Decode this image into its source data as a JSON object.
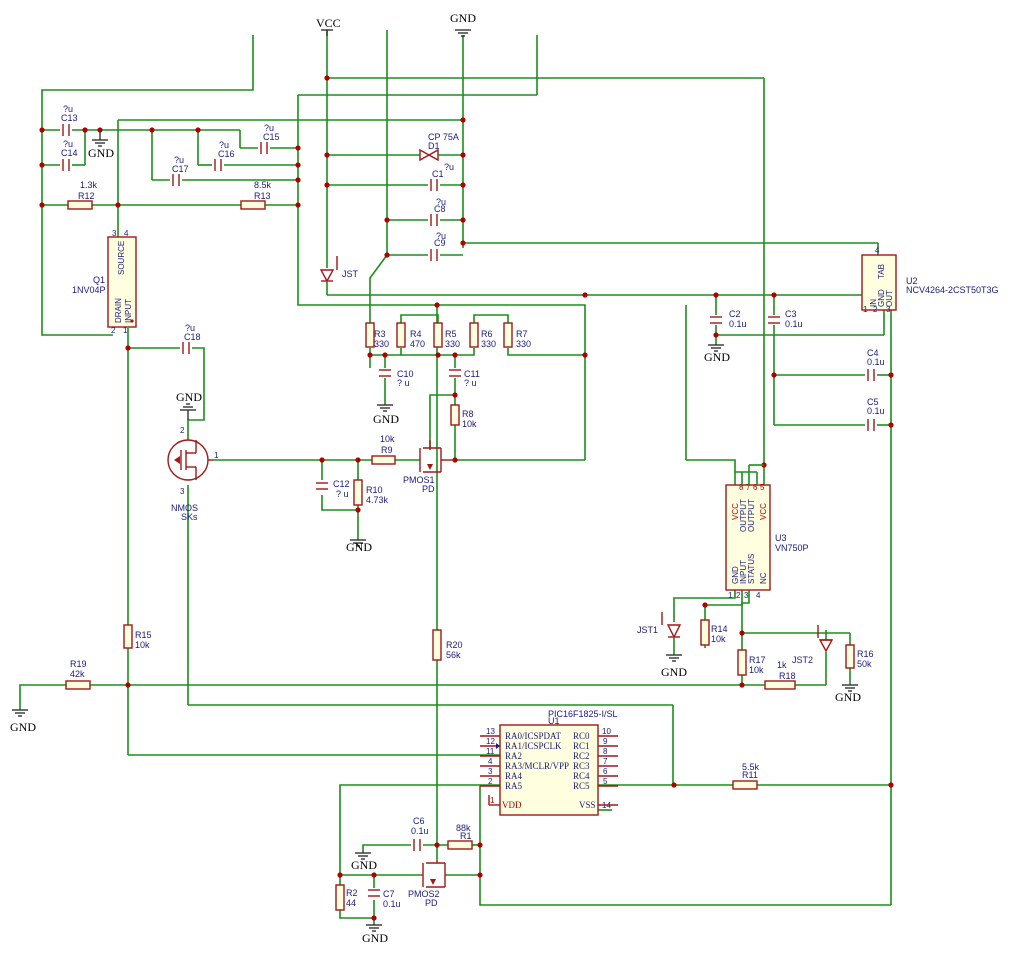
{
  "power": {
    "vcc": "VCC",
    "gnd": "GND"
  },
  "parts": {
    "c13": {
      "ref": "C13",
      "val": "?u"
    },
    "c14": {
      "ref": "C14",
      "val": "?u"
    },
    "c15": {
      "ref": "C15",
      "val": "?u"
    },
    "c16": {
      "ref": "C16",
      "val": "?u"
    },
    "c17": {
      "ref": "C17",
      "val": "?u"
    },
    "c18": {
      "ref": "C18",
      "val": "?u"
    },
    "r12": {
      "ref": "R12",
      "val": "1.3k"
    },
    "r13": {
      "ref": "R13",
      "val": "8.5k"
    },
    "q1": {
      "ref": "Q1",
      "val": "1NV04P",
      "pins": [
        "SOURCE",
        "DRAIN",
        "INPUT"
      ],
      "nums": [
        "3",
        "4",
        "2",
        "1"
      ]
    },
    "d1": {
      "ref": "D1",
      "val": "CP 75A"
    },
    "c1": {
      "ref": "C1",
      "val": "?u"
    },
    "c8": {
      "ref": "C8",
      "val": "?u"
    },
    "c9": {
      "ref": "C9",
      "val": "?u"
    },
    "jst": {
      "ref": "JST"
    },
    "r3": {
      "ref": "R3",
      "val": "330"
    },
    "r4": {
      "ref": "R4",
      "val": "470"
    },
    "r5": {
      "ref": "R5",
      "val": "330"
    },
    "r6": {
      "ref": "R6",
      "val": "330"
    },
    "r7": {
      "ref": "R7",
      "val": "330"
    },
    "c10": {
      "ref": "C10",
      "val": "? u"
    },
    "c11": {
      "ref": "C11",
      "val": "? u"
    },
    "r8": {
      "ref": "R8",
      "val": "10k"
    },
    "r9": {
      "ref": "R9",
      "val": "10k"
    },
    "r10": {
      "ref": "R10",
      "val": "4.73k"
    },
    "c12": {
      "ref": "C12",
      "val": "? u"
    },
    "pmos1": {
      "ref": "PMOS1",
      "val": "PD"
    },
    "nmos": {
      "ref": "NMOS",
      "val": "SKs",
      "nums": [
        "1",
        "2",
        "3"
      ]
    },
    "u2": {
      "ref": "U2",
      "val": "NCV4264-2CST50T3G",
      "pins": [
        "IN",
        "GND",
        "OUT",
        "TAB"
      ],
      "nums": [
        "1",
        "2",
        "3",
        "4"
      ]
    },
    "c2": {
      "ref": "C2",
      "val": "0.1u"
    },
    "c3": {
      "ref": "C3",
      "val": "0.1u"
    },
    "c4": {
      "ref": "C4",
      "val": "0.1u"
    },
    "c5": {
      "ref": "C5",
      "val": "0.1u"
    },
    "u3": {
      "ref": "U3",
      "val": "VN750P",
      "top": [
        "VCC",
        "OUTPUT",
        "OUTPUT",
        "VCC"
      ],
      "topnums": [
        "8",
        "7",
        "6",
        "5"
      ],
      "bot": [
        "GND",
        "INPUT",
        "STATUS",
        "NC"
      ],
      "botnums": [
        "1",
        "2",
        "3",
        "4"
      ]
    },
    "jst1": {
      "ref": "JST1"
    },
    "r14": {
      "ref": "R14",
      "val": "10k"
    },
    "r17": {
      "ref": "R17",
      "val": "10k"
    },
    "r18": {
      "ref": "R18",
      "val": "1k"
    },
    "jst2": {
      "ref": "JST2"
    },
    "r16": {
      "ref": "R16",
      "val": "50k"
    },
    "r15": {
      "ref": "R15",
      "val": "10k"
    },
    "r19": {
      "ref": "R19",
      "val": "42k"
    },
    "r20": {
      "ref": "R20",
      "val": "56k"
    },
    "u1": {
      "ref": "U1",
      "val": "PIC16F1825-I/SL",
      "left": [
        "RA0/ICSPDAT",
        "RA1/ICSPCLK",
        "RA2",
        "RA3/MCLR/VPP",
        "RA4",
        "RA5"
      ],
      "leftnums": [
        "13",
        "12",
        "11",
        "4",
        "3",
        "2"
      ],
      "right": [
        "RC0",
        "RC1",
        "RC2",
        "RC3",
        "RC4",
        "RC5"
      ],
      "rightnums": [
        "10",
        "9",
        "8",
        "7",
        "6",
        "5"
      ],
      "vdd": "VDD",
      "vddnum": "1",
      "vss": "VSS",
      "vssnum": "14"
    },
    "r11": {
      "ref": "R11",
      "val": "5.5k"
    },
    "c6": {
      "ref": "C6",
      "val": "0.1u"
    },
    "r1": {
      "ref": "R1",
      "val": "88k"
    },
    "pmos2": {
      "ref": "PMOS2",
      "val": "PD"
    },
    "r2": {
      "ref": "R2",
      "val": "44"
    },
    "c7": {
      "ref": "C7",
      "val": "0.1u"
    }
  }
}
